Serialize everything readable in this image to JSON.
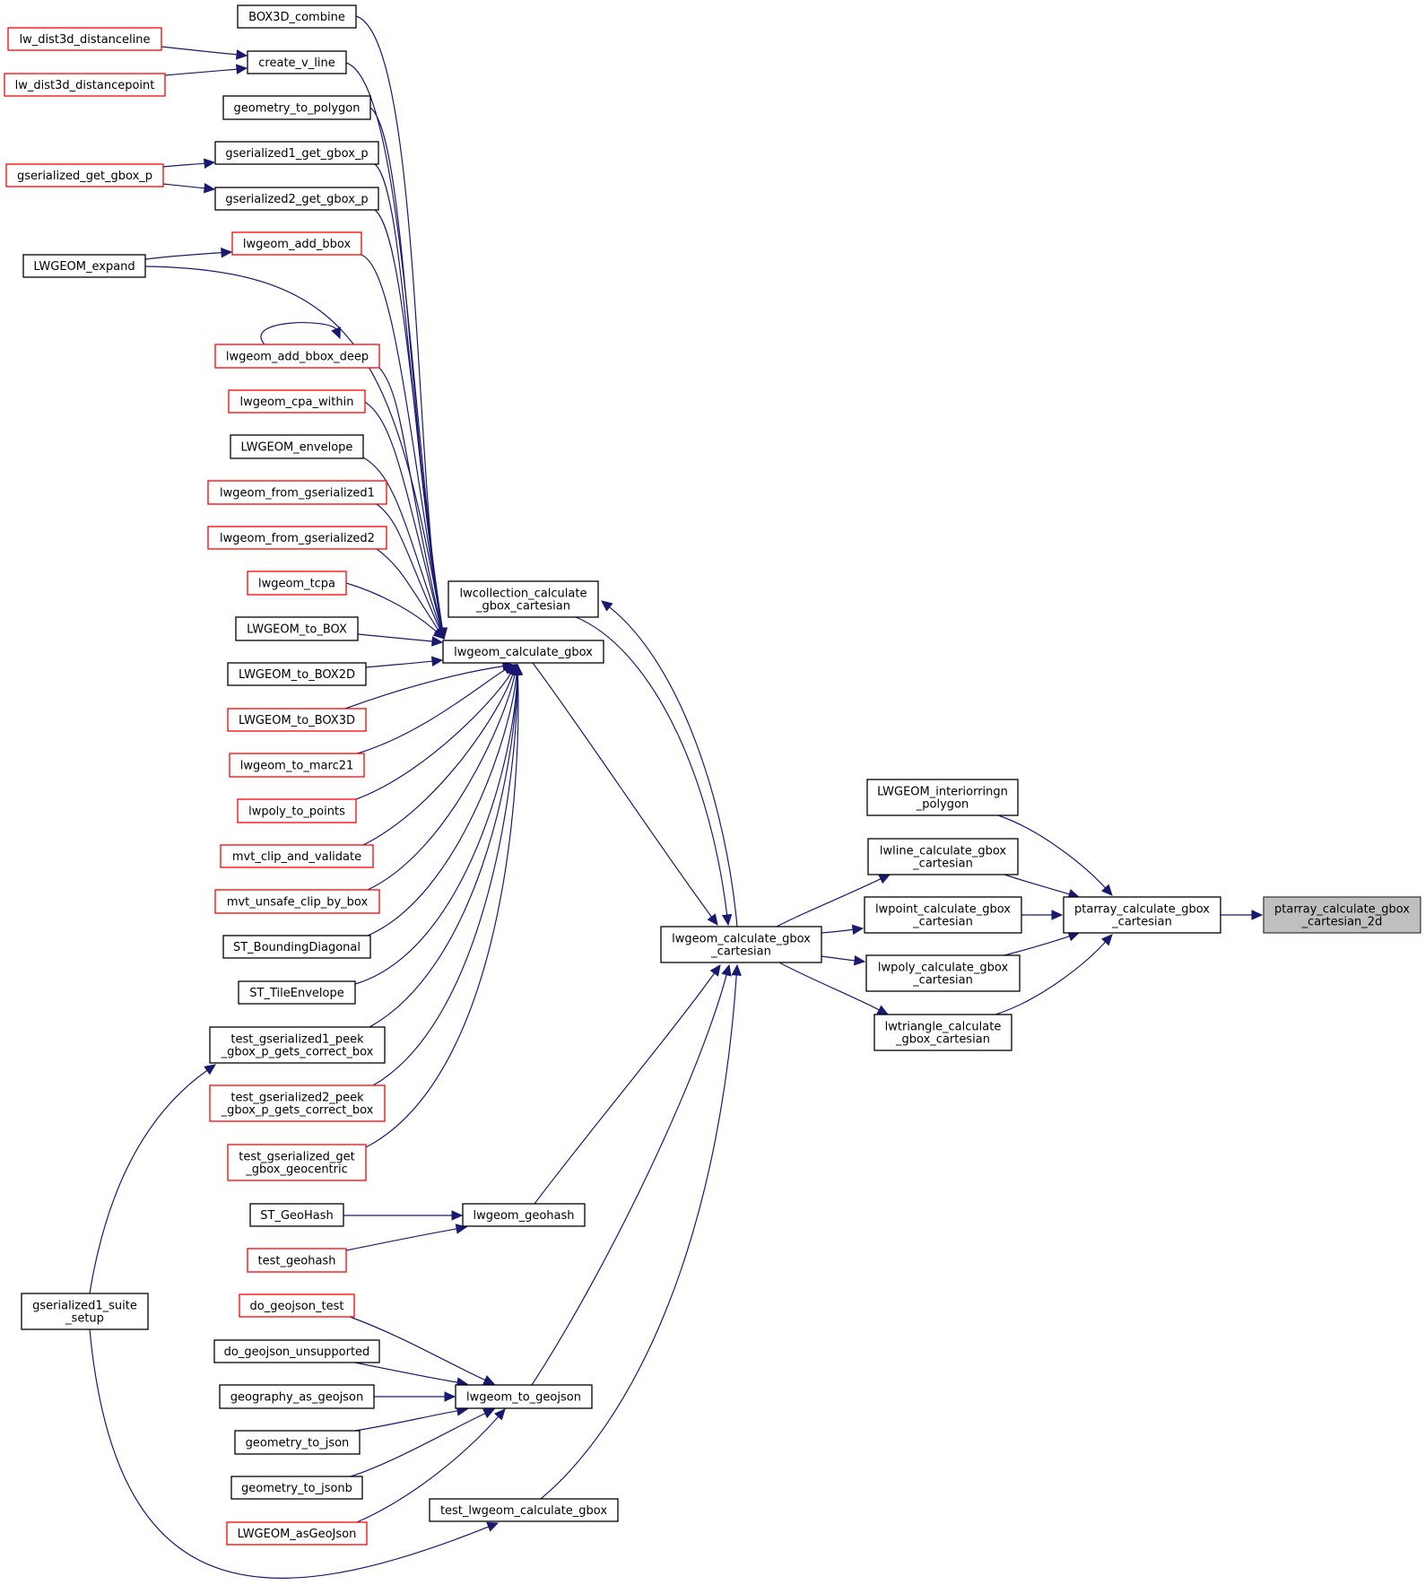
{
  "diagram": {
    "title": "Call graph of ptarray_calculate_gbox_cartesian_2d",
    "colors": {
      "edge": "#191970",
      "border_default": "#000000",
      "border_truncated": "#ff0000",
      "target_fill": "#bfbfbf"
    },
    "nodes": [
      {
        "id": "BOX3D_combine",
        "lines": [
          "BOX3D_combine"
        ],
        "style": "normal"
      },
      {
        "id": "lw_dist3d_distanceline",
        "lines": [
          "lw_dist3d_distanceline"
        ],
        "style": "red"
      },
      {
        "id": "create_v_line",
        "lines": [
          "create_v_line"
        ],
        "style": "normal"
      },
      {
        "id": "lw_dist3d_distancepoint",
        "lines": [
          "lw_dist3d_distancepoint"
        ],
        "style": "red"
      },
      {
        "id": "geometry_to_polygon",
        "lines": [
          "geometry_to_polygon"
        ],
        "style": "normal"
      },
      {
        "id": "gserialized1_get_gbox_p",
        "lines": [
          "gserialized1_get_gbox_p"
        ],
        "style": "normal"
      },
      {
        "id": "gserialized_get_gbox_p",
        "lines": [
          "gserialized_get_gbox_p"
        ],
        "style": "red"
      },
      {
        "id": "gserialized2_get_gbox_p",
        "lines": [
          "gserialized2_get_gbox_p"
        ],
        "style": "normal"
      },
      {
        "id": "lwgeom_add_bbox",
        "lines": [
          "lwgeom_add_bbox"
        ],
        "style": "red"
      },
      {
        "id": "LWGEOM_expand",
        "lines": [
          "LWGEOM_expand"
        ],
        "style": "normal"
      },
      {
        "id": "lwgeom_add_bbox_deep",
        "lines": [
          "lwgeom_add_bbox_deep"
        ],
        "style": "red"
      },
      {
        "id": "lwgeom_cpa_within",
        "lines": [
          "lwgeom_cpa_within"
        ],
        "style": "red"
      },
      {
        "id": "LWGEOM_envelope",
        "lines": [
          "LWGEOM_envelope"
        ],
        "style": "normal"
      },
      {
        "id": "lwgeom_from_gserialized1",
        "lines": [
          "lwgeom_from_gserialized1"
        ],
        "style": "red"
      },
      {
        "id": "lwgeom_from_gserialized2",
        "lines": [
          "lwgeom_from_gserialized2"
        ],
        "style": "red"
      },
      {
        "id": "lwgeom_tcpa",
        "lines": [
          "lwgeom_tcpa"
        ],
        "style": "red"
      },
      {
        "id": "lwcollection_calculate_gbox_cartesian",
        "lines": [
          "lwcollection_calculate",
          "_gbox_cartesian"
        ],
        "style": "normal"
      },
      {
        "id": "LWGEOM_to_BOX",
        "lines": [
          "LWGEOM_to_BOX"
        ],
        "style": "normal"
      },
      {
        "id": "lwgeom_calculate_gbox",
        "lines": [
          "lwgeom_calculate_gbox"
        ],
        "style": "normal"
      },
      {
        "id": "LWGEOM_to_BOX2D",
        "lines": [
          "LWGEOM_to_BOX2D"
        ],
        "style": "normal"
      },
      {
        "id": "LWGEOM_to_BOX3D",
        "lines": [
          "LWGEOM_to_BOX3D"
        ],
        "style": "red"
      },
      {
        "id": "lwgeom_to_marc21",
        "lines": [
          "lwgeom_to_marc21"
        ],
        "style": "red"
      },
      {
        "id": "lwpoly_to_points",
        "lines": [
          "lwpoly_to_points"
        ],
        "style": "red"
      },
      {
        "id": "LWGEOM_interiorringn_polygon",
        "lines": [
          "LWGEOM_interiorringn",
          "_polygon"
        ],
        "style": "normal"
      },
      {
        "id": "mvt_clip_and_validate",
        "lines": [
          "mvt_clip_and_validate"
        ],
        "style": "red"
      },
      {
        "id": "lwline_calculate_gbox_cartesian",
        "lines": [
          "lwline_calculate_gbox",
          "_cartesian"
        ],
        "style": "normal"
      },
      {
        "id": "mvt_unsafe_clip_by_box",
        "lines": [
          "mvt_unsafe_clip_by_box"
        ],
        "style": "red"
      },
      {
        "id": "lwpoint_calculate_gbox_cartesian",
        "lines": [
          "lwpoint_calculate_gbox",
          "_cartesian"
        ],
        "style": "normal"
      },
      {
        "id": "ptarray_calculate_gbox_cartesian",
        "lines": [
          "ptarray_calculate_gbox",
          "_cartesian"
        ],
        "style": "normal"
      },
      {
        "id": "ptarray_calculate_gbox_cartesian_2d",
        "lines": [
          "ptarray_calculate_gbox",
          "_cartesian_2d"
        ],
        "style": "target"
      },
      {
        "id": "ST_BoundingDiagonal",
        "lines": [
          "ST_BoundingDiagonal"
        ],
        "style": "normal"
      },
      {
        "id": "lwgeom_calculate_gbox_cartesian",
        "lines": [
          "lwgeom_calculate_gbox",
          "_cartesian"
        ],
        "style": "normal"
      },
      {
        "id": "lwpoly_calculate_gbox_cartesian",
        "lines": [
          "lwpoly_calculate_gbox",
          "_cartesian"
        ],
        "style": "normal"
      },
      {
        "id": "ST_TileEnvelope",
        "lines": [
          "ST_TileEnvelope"
        ],
        "style": "normal"
      },
      {
        "id": "lwtriangle_calculate_gbox_cartesian",
        "lines": [
          "lwtriangle_calculate",
          "_gbox_cartesian"
        ],
        "style": "normal"
      },
      {
        "id": "test_gserialized1_peek_gbox_p_gets_correct_box",
        "lines": [
          "test_gserialized1_peek",
          "_gbox_p_gets_correct_box"
        ],
        "style": "normal"
      },
      {
        "id": "test_gserialized2_peek_gbox_p_gets_correct_box",
        "lines": [
          "test_gserialized2_peek",
          "_gbox_p_gets_correct_box"
        ],
        "style": "red"
      },
      {
        "id": "test_gserialized_get_gbox_geocentric",
        "lines": [
          "test_gserialized_get",
          "_gbox_geocentric"
        ],
        "style": "red"
      },
      {
        "id": "ST_GeoHash",
        "lines": [
          "ST_GeoHash"
        ],
        "style": "normal"
      },
      {
        "id": "lwgeom_geohash",
        "lines": [
          "lwgeom_geohash"
        ],
        "style": "normal"
      },
      {
        "id": "test_geohash",
        "lines": [
          "test_geohash"
        ],
        "style": "red"
      },
      {
        "id": "gserialized1_suite_setup",
        "lines": [
          "gserialized1_suite",
          "_setup"
        ],
        "style": "normal"
      },
      {
        "id": "do_geojson_test",
        "lines": [
          "do_geojson_test"
        ],
        "style": "red"
      },
      {
        "id": "do_geojson_unsupported",
        "lines": [
          "do_geojson_unsupported"
        ],
        "style": "normal"
      },
      {
        "id": "geography_as_geojson",
        "lines": [
          "geography_as_geojson"
        ],
        "style": "normal"
      },
      {
        "id": "lwgeom_to_geojson",
        "lines": [
          "lwgeom_to_geojson"
        ],
        "style": "normal"
      },
      {
        "id": "geometry_to_json",
        "lines": [
          "geometry_to_json"
        ],
        "style": "normal"
      },
      {
        "id": "geometry_to_jsonb",
        "lines": [
          "geometry_to_jsonb"
        ],
        "style": "normal"
      },
      {
        "id": "test_lwgeom_calculate_gbox",
        "lines": [
          "test_lwgeom_calculate_gbox"
        ],
        "style": "normal"
      },
      {
        "id": "LWGEOM_asGeoJson",
        "lines": [
          "LWGEOM_asGeoJson"
        ],
        "style": "red"
      }
    ],
    "edges": [
      [
        "ptarray_calculate_gbox_cartesian",
        "ptarray_calculate_gbox_cartesian_2d"
      ],
      [
        "LWGEOM_interiorringn_polygon",
        "ptarray_calculate_gbox_cartesian"
      ],
      [
        "lwline_calculate_gbox_cartesian",
        "ptarray_calculate_gbox_cartesian"
      ],
      [
        "lwpoint_calculate_gbox_cartesian",
        "ptarray_calculate_gbox_cartesian"
      ],
      [
        "lwpoly_calculate_gbox_cartesian",
        "ptarray_calculate_gbox_cartesian"
      ],
      [
        "lwtriangle_calculate_gbox_cartesian",
        "ptarray_calculate_gbox_cartesian"
      ],
      [
        "lwgeom_calculate_gbox_cartesian",
        "lwline_calculate_gbox_cartesian"
      ],
      [
        "lwgeom_calculate_gbox_cartesian",
        "lwpoint_calculate_gbox_cartesian"
      ],
      [
        "lwgeom_calculate_gbox_cartesian",
        "lwpoly_calculate_gbox_cartesian"
      ],
      [
        "lwgeom_calculate_gbox_cartesian",
        "lwtriangle_calculate_gbox_cartesian"
      ],
      [
        "lwgeom_calculate_gbox_cartesian",
        "lwcollection_calculate_gbox_cartesian"
      ],
      [
        "lwcollection_calculate_gbox_cartesian",
        "lwgeom_calculate_gbox_cartesian"
      ],
      [
        "lwgeom_calculate_gbox",
        "lwgeom_calculate_gbox_cartesian"
      ],
      [
        "lwgeom_geohash",
        "lwgeom_calculate_gbox_cartesian"
      ],
      [
        "lwgeom_to_geojson",
        "lwgeom_calculate_gbox_cartesian"
      ],
      [
        "test_lwgeom_calculate_gbox",
        "lwgeom_calculate_gbox_cartesian"
      ],
      [
        "BOX3D_combine",
        "lwgeom_calculate_gbox"
      ],
      [
        "create_v_line",
        "lwgeom_calculate_gbox"
      ],
      [
        "geometry_to_polygon",
        "lwgeom_calculate_gbox"
      ],
      [
        "gserialized1_get_gbox_p",
        "lwgeom_calculate_gbox"
      ],
      [
        "gserialized2_get_gbox_p",
        "lwgeom_calculate_gbox"
      ],
      [
        "lwgeom_add_bbox",
        "lwgeom_calculate_gbox"
      ],
      [
        "LWGEOM_expand",
        "lwgeom_calculate_gbox"
      ],
      [
        "lwgeom_add_bbox_deep",
        "lwgeom_calculate_gbox"
      ],
      [
        "lwgeom_cpa_within",
        "lwgeom_calculate_gbox"
      ],
      [
        "LWGEOM_envelope",
        "lwgeom_calculate_gbox"
      ],
      [
        "lwgeom_from_gserialized1",
        "lwgeom_calculate_gbox"
      ],
      [
        "lwgeom_from_gserialized2",
        "lwgeom_calculate_gbox"
      ],
      [
        "lwgeom_tcpa",
        "lwgeom_calculate_gbox"
      ],
      [
        "LWGEOM_to_BOX",
        "lwgeom_calculate_gbox"
      ],
      [
        "LWGEOM_to_BOX2D",
        "lwgeom_calculate_gbox"
      ],
      [
        "LWGEOM_to_BOX3D",
        "lwgeom_calculate_gbox"
      ],
      [
        "lwgeom_to_marc21",
        "lwgeom_calculate_gbox"
      ],
      [
        "lwpoly_to_points",
        "lwgeom_calculate_gbox"
      ],
      [
        "mvt_clip_and_validate",
        "lwgeom_calculate_gbox"
      ],
      [
        "mvt_unsafe_clip_by_box",
        "lwgeom_calculate_gbox"
      ],
      [
        "ST_BoundingDiagonal",
        "lwgeom_calculate_gbox"
      ],
      [
        "ST_TileEnvelope",
        "lwgeom_calculate_gbox"
      ],
      [
        "test_gserialized1_peek_gbox_p_gets_correct_box",
        "lwgeom_calculate_gbox"
      ],
      [
        "test_gserialized2_peek_gbox_p_gets_correct_box",
        "lwgeom_calculate_gbox"
      ],
      [
        "test_gserialized_get_gbox_geocentric",
        "lwgeom_calculate_gbox"
      ],
      [
        "lw_dist3d_distanceline",
        "create_v_line"
      ],
      [
        "lw_dist3d_distancepoint",
        "create_v_line"
      ],
      [
        "gserialized_get_gbox_p",
        "gserialized1_get_gbox_p"
      ],
      [
        "gserialized_get_gbox_p",
        "gserialized2_get_gbox_p"
      ],
      [
        "LWGEOM_expand",
        "lwgeom_add_bbox"
      ],
      [
        "lwgeom_add_bbox_deep",
        "lwgeom_add_bbox_deep"
      ],
      [
        "ST_GeoHash",
        "lwgeom_geohash"
      ],
      [
        "test_geohash",
        "lwgeom_geohash"
      ],
      [
        "do_geojson_test",
        "lwgeom_to_geojson"
      ],
      [
        "do_geojson_unsupported",
        "lwgeom_to_geojson"
      ],
      [
        "geography_as_geojson",
        "lwgeom_to_geojson"
      ],
      [
        "geometry_to_json",
        "lwgeom_to_geojson"
      ],
      [
        "geometry_to_jsonb",
        "lwgeom_to_geojson"
      ],
      [
        "LWGEOM_asGeoJson",
        "lwgeom_to_geojson"
      ],
      [
        "gserialized1_suite_setup",
        "test_gserialized1_peek_gbox_p_gets_correct_box"
      ],
      [
        "gserialized1_suite_setup",
        "test_lwgeom_calculate_gbox"
      ]
    ]
  }
}
